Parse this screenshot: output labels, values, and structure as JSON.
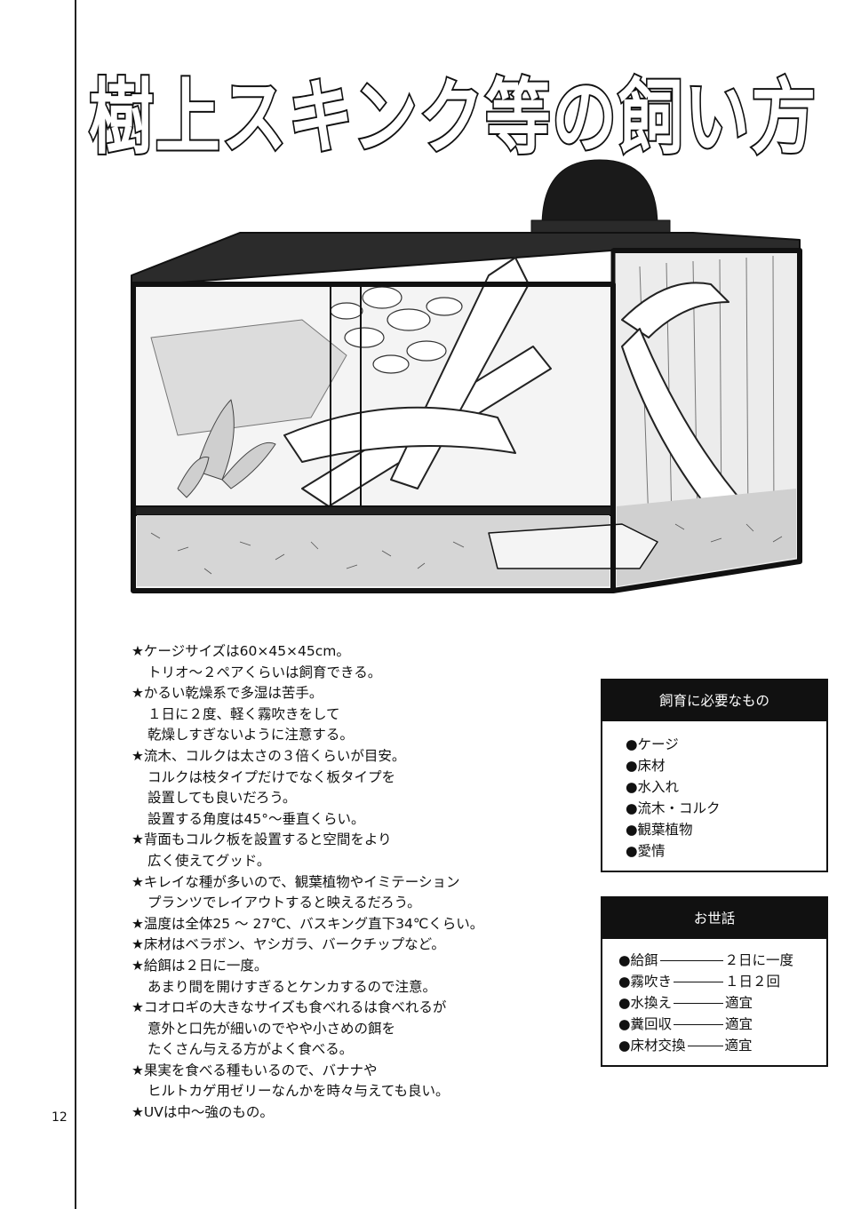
{
  "title": "樹上スキンク等の飼い方",
  "notes": [
    {
      "lines": [
        "★ケージサイズは60×45×45cm。",
        "トリオ～２ペアくらいは飼育できる。"
      ]
    },
    {
      "lines": [
        "★かるい乾燥系で多湿は苦手。",
        "１日に２度、軽く霧吹きをして",
        "乾燥しすぎないように注意する。"
      ]
    },
    {
      "lines": [
        "★流木、コルクは太さの３倍くらいが目安。",
        "コルクは枝タイプだけでなく板タイプを",
        "設置しても良いだろう。",
        "設置する角度は45°～垂直くらい。"
      ]
    },
    {
      "lines": [
        "★背面もコルク板を設置すると空間をより",
        "広く使えてグッド。"
      ]
    },
    {
      "lines": [
        "★キレイな種が多いので、観葉植物やイミテーション",
        "プランツでレイアウトすると映えるだろう。"
      ]
    },
    {
      "lines": [
        "★温度は全体25 ～ 27℃、バスキング直下34℃くらい。"
      ]
    },
    {
      "lines": [
        "★床材はベラボン、ヤシガラ、バークチップなど。"
      ]
    },
    {
      "lines": [
        "★給餌は２日に一度。",
        "あまり間を開けすぎるとケンカするので注意。"
      ]
    },
    {
      "lines": [
        "★コオロギの大きなサイズも食べれるは食べれるが",
        "意外と口先が細いのでやや小さめの餌を",
        "たくさん与える方がよく食べる。"
      ]
    },
    {
      "lines": [
        "★果実を食べる種もいるので、バナナや",
        "ヒルトカゲ用ゼリーなんかを時々与えても良い。"
      ]
    },
    {
      "lines": [
        "★UVは中～強のもの。"
      ]
    }
  ],
  "supplies_box": {
    "title": "飼育に必要なもの",
    "items": [
      "●ケージ",
      "●床材",
      "●水入れ",
      "●流木・コルク",
      "●観葉植物",
      "●愛情"
    ]
  },
  "care_box": {
    "title": "お世話",
    "rows": [
      {
        "label": "●給餌",
        "value": "２日に一度"
      },
      {
        "label": "●霧吹き",
        "value": "１日２回"
      },
      {
        "label": "●水換え",
        "value": "適宜"
      },
      {
        "label": "●糞回収",
        "value": "適宜"
      },
      {
        "label": "●床材交換",
        "value": "適宜"
      }
    ]
  },
  "page_number": "12"
}
